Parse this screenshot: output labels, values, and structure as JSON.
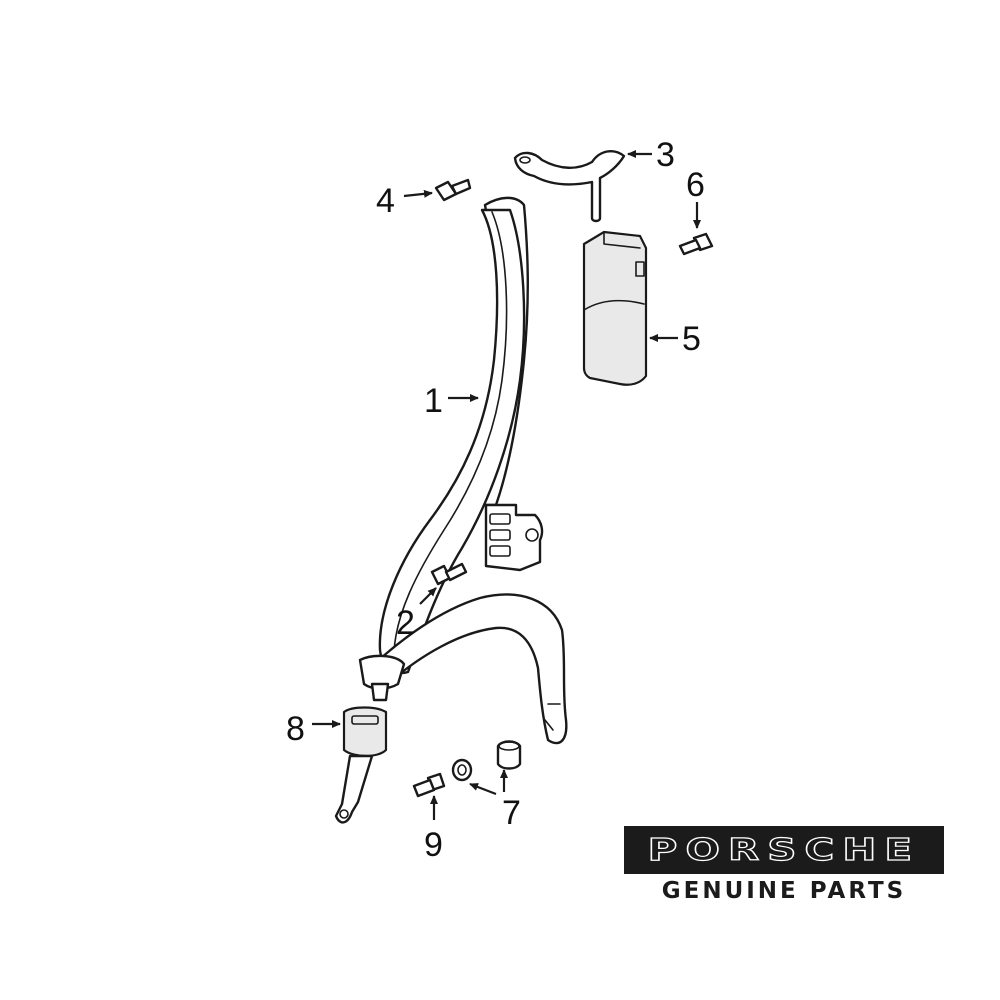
{
  "diagram": {
    "callouts": [
      {
        "id": "1",
        "text": "1"
      },
      {
        "id": "2",
        "text": "2"
      },
      {
        "id": "3",
        "text": "3"
      },
      {
        "id": "4",
        "text": "4"
      },
      {
        "id": "5",
        "text": "5"
      },
      {
        "id": "6",
        "text": "6"
      },
      {
        "id": "7",
        "text": "7"
      },
      {
        "id": "8",
        "text": "8"
      },
      {
        "id": "9",
        "text": "9"
      }
    ]
  },
  "logo": {
    "brand": "PORSCHE",
    "tagline": "GENUINE PARTS"
  }
}
